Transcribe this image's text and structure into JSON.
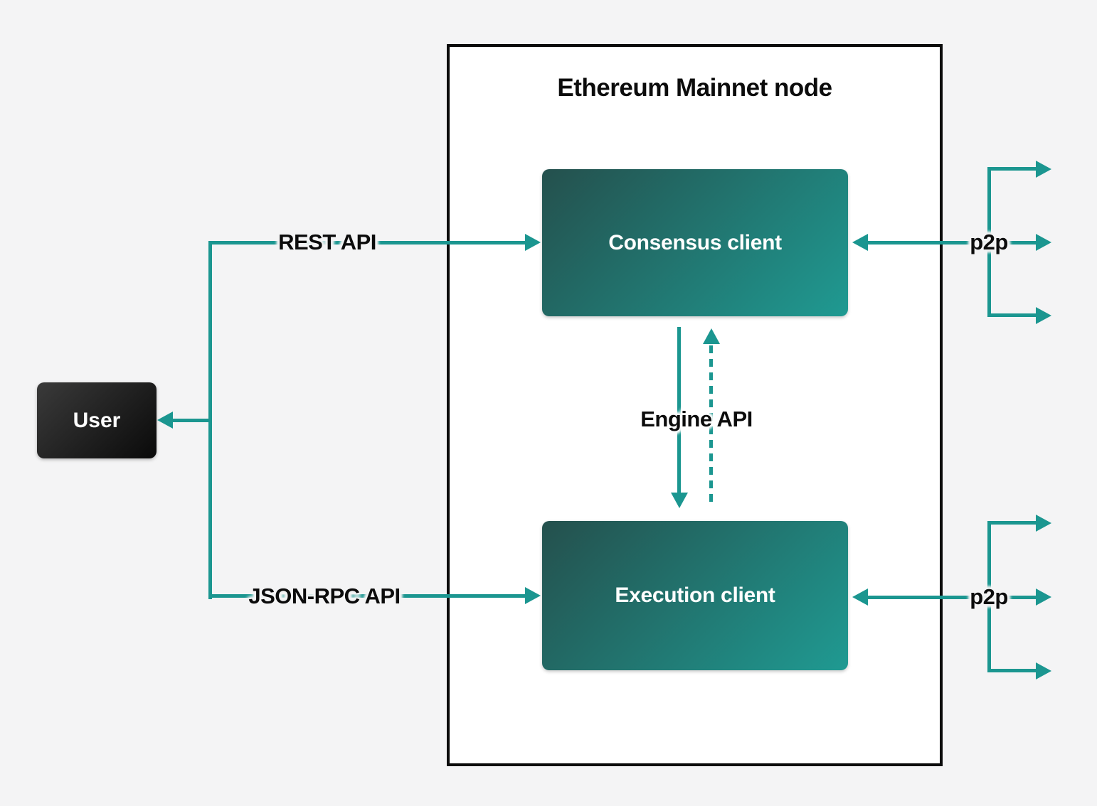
{
  "diagram": {
    "title": "Ethereum Mainnet node",
    "nodes": {
      "user": {
        "label": "User"
      },
      "consensus": {
        "label": "Consensus client"
      },
      "execution": {
        "label": "Execution client"
      }
    },
    "edges": {
      "rest_api": {
        "label": "REST API"
      },
      "json_rpc_api": {
        "label": "JSON-RPC API"
      },
      "engine_api": {
        "label": "Engine API"
      },
      "p2p_consensus": {
        "label": "p2p"
      },
      "p2p_execution": {
        "label": "p2p"
      }
    },
    "colors": {
      "teal": "#1b9690",
      "background": "#f4f4f5",
      "node_fill": "#ffffff",
      "node_border": "#0b0b0b",
      "client_gradient_start": "#24504d",
      "client_gradient_end": "#1f9a92",
      "user_gradient_start": "#3a3a3a",
      "user_gradient_end": "#0a0a0a",
      "label_text": "#0c0c0c",
      "box_label_text": "#ffffff"
    }
  }
}
